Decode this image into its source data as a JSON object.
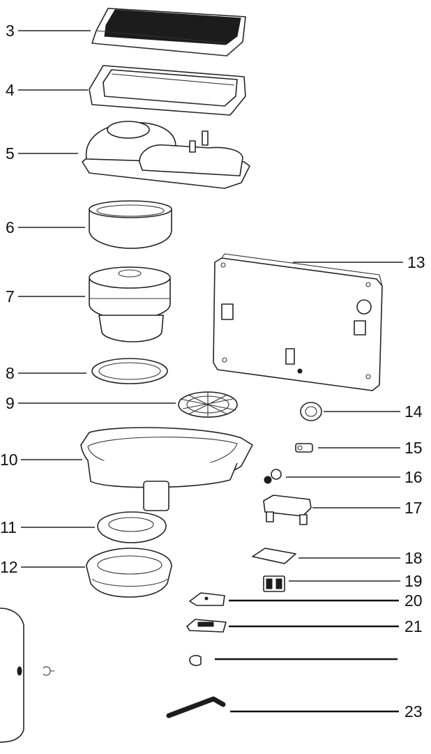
{
  "callouts": {
    "c3": "3",
    "c4": "4",
    "c5": "5",
    "c6": "6",
    "c7": "7",
    "c8": "8",
    "c9": "9",
    "c10": "10",
    "c11": "11",
    "c12": "12",
    "c13": "13",
    "c14": "14",
    "c15": "15",
    "c16": "16",
    "c17": "17",
    "c18": "18",
    "c19": "19",
    "c20": "20",
    "c21": "21",
    "c23": "23"
  },
  "colors": {
    "line": "#222222",
    "background": "#ffffff",
    "filter_mesh": "#1c1c1c"
  }
}
